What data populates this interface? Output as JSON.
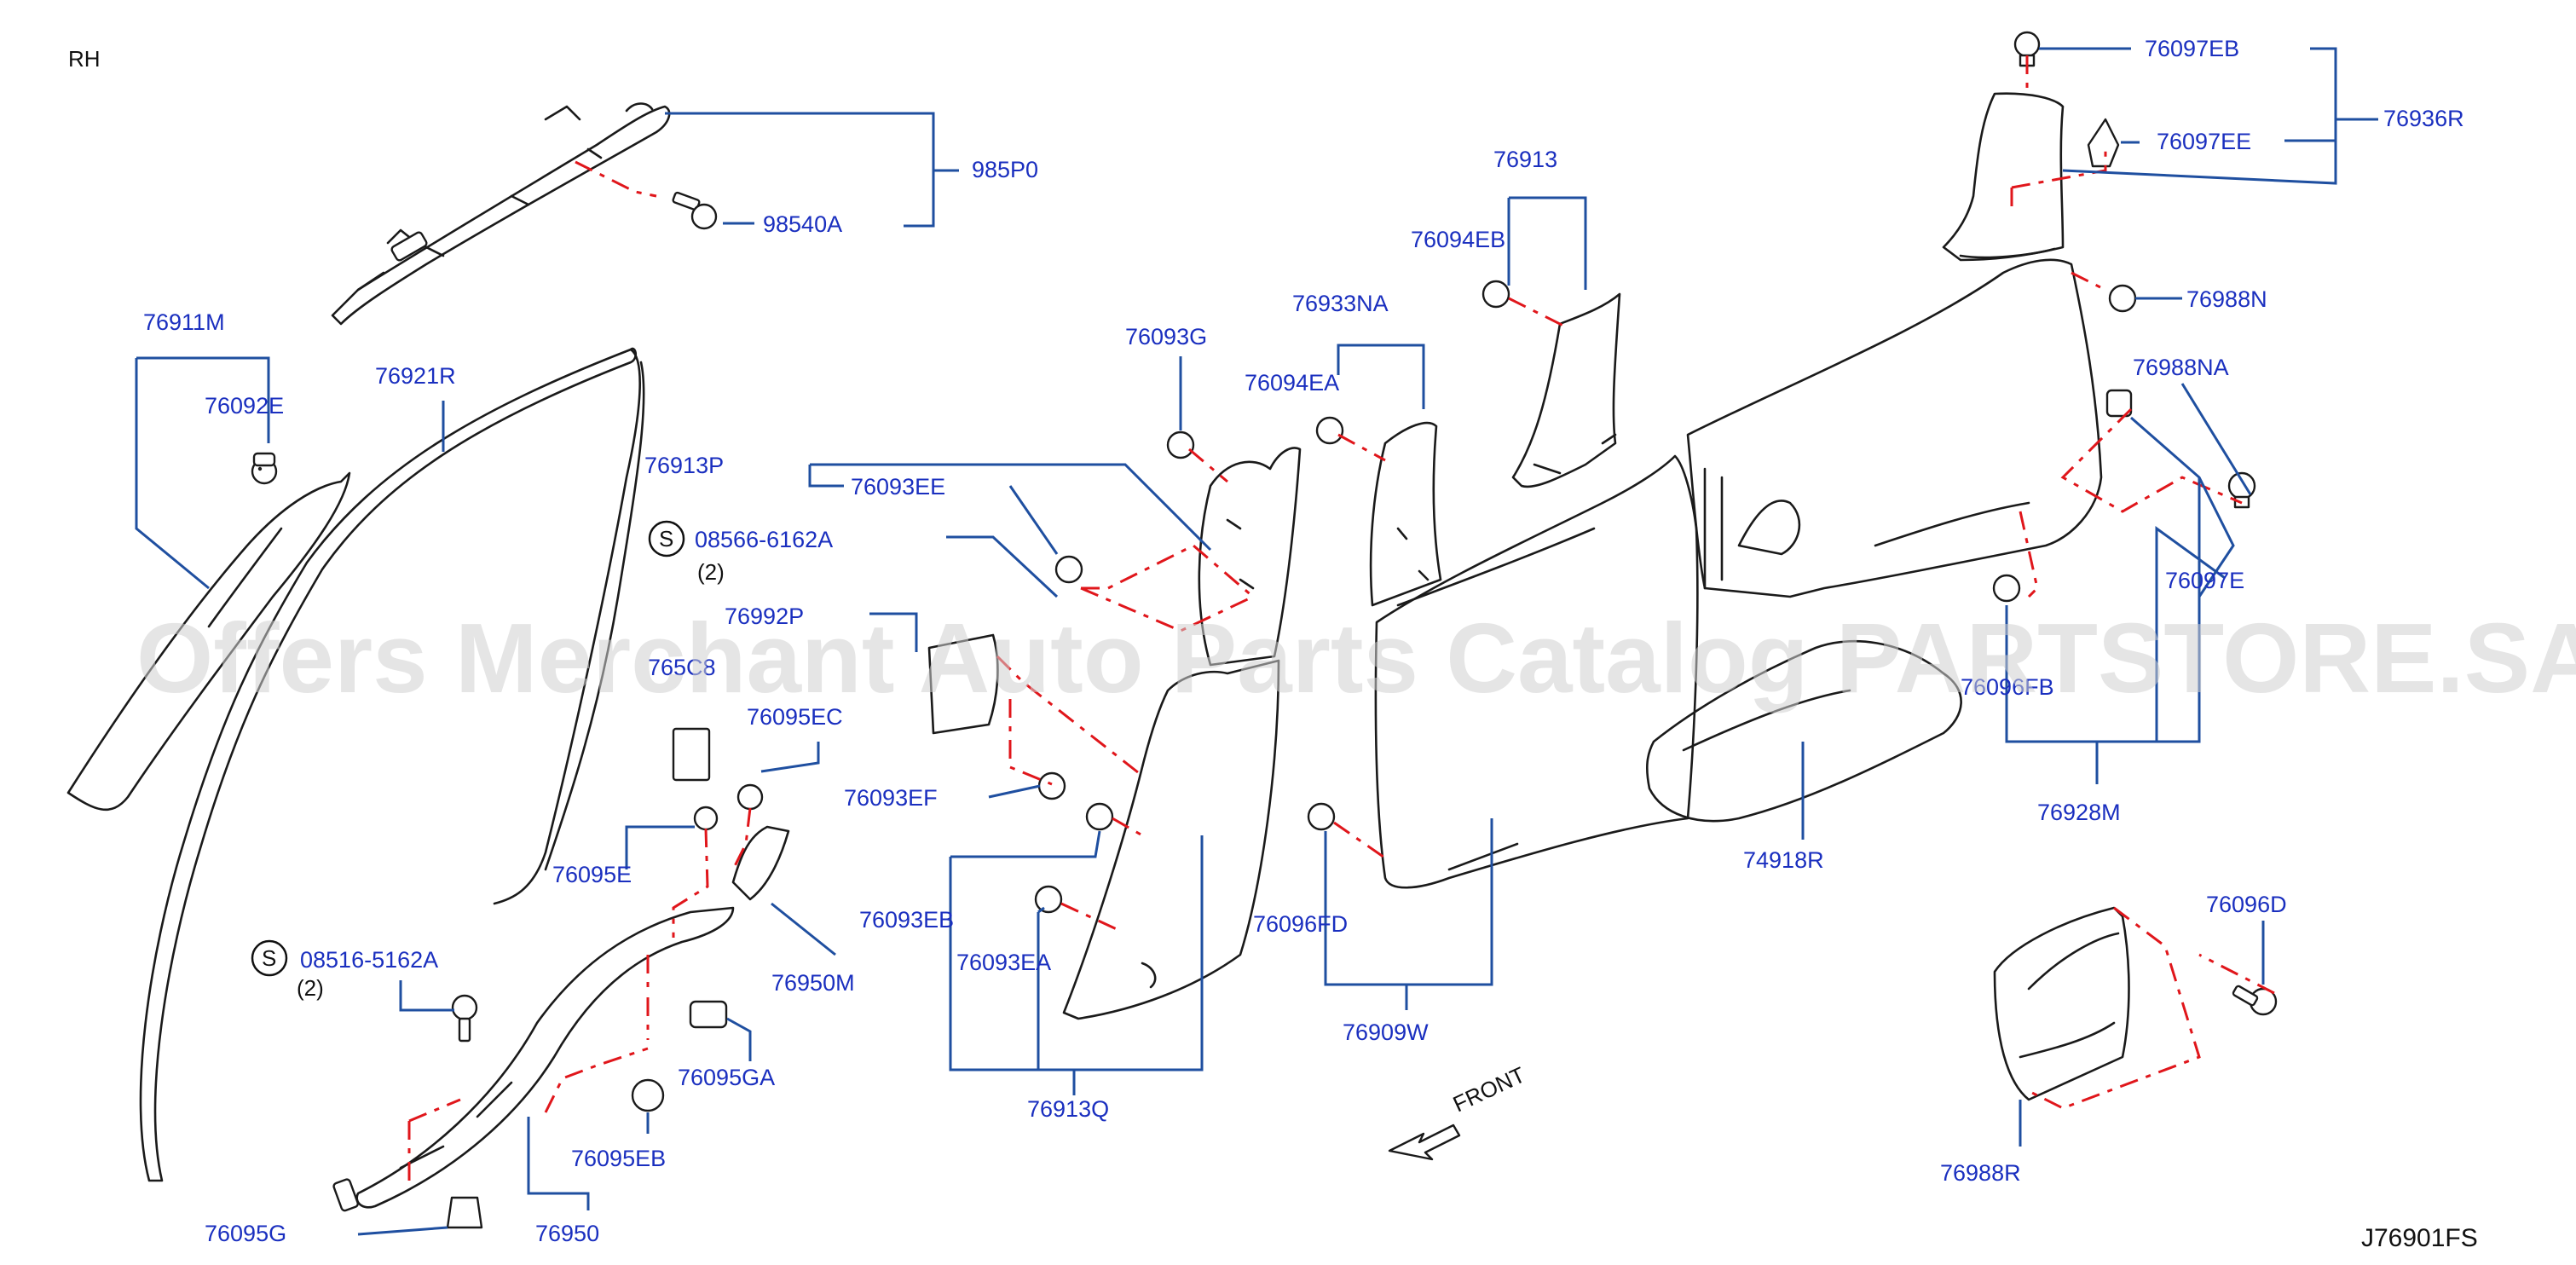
{
  "side_label": "RH",
  "drawing_code": "J76901FS",
  "watermark": "Offers Merchant Auto Parts Catalog PARTSTORE.SA",
  "direction_label": "FRONT",
  "screw_symbol": "S",
  "quantity_note": "(2)",
  "labels": {
    "p76097EB": "76097EB",
    "p76936R": "76936R",
    "p76097EE": "76097EE",
    "p985P0": "985P0",
    "p98540A": "98540A",
    "p76913": "76913",
    "p76094EB": "76094EB",
    "p76988N": "76988N",
    "p76911M": "76911M",
    "p76921R": "76921R",
    "p76933NA": "76933NA",
    "p76093G": "76093G",
    "p76988NA": "76988NA",
    "p76092E": "76092E",
    "p76094EA": "76094EA",
    "p76913P": "76913P",
    "p76093EE": "76093EE",
    "p08566": "08566-6162A",
    "p76097E": "76097E",
    "p76992P": "76992P",
    "p76508": "765C8",
    "p76096FB": "76096FB",
    "p76095EC": "76095EC",
    "p76093EF": "76093EF",
    "p76928M": "76928M",
    "p76095E": "76095E",
    "p74918R": "74918R",
    "p76093EB": "76093EB",
    "p76096FD": "76096FD",
    "p76096D": "76096D",
    "p08516": "08516-5162A",
    "p76093EA": "76093EA",
    "p76950M": "76950M",
    "p76909W": "76909W",
    "p76095GA": "76095GA",
    "p76913Q": "76913Q",
    "p76095EB": "76095EB",
    "p76988R": "76988R",
    "p76095G": "76095G",
    "p76950": "76950"
  }
}
